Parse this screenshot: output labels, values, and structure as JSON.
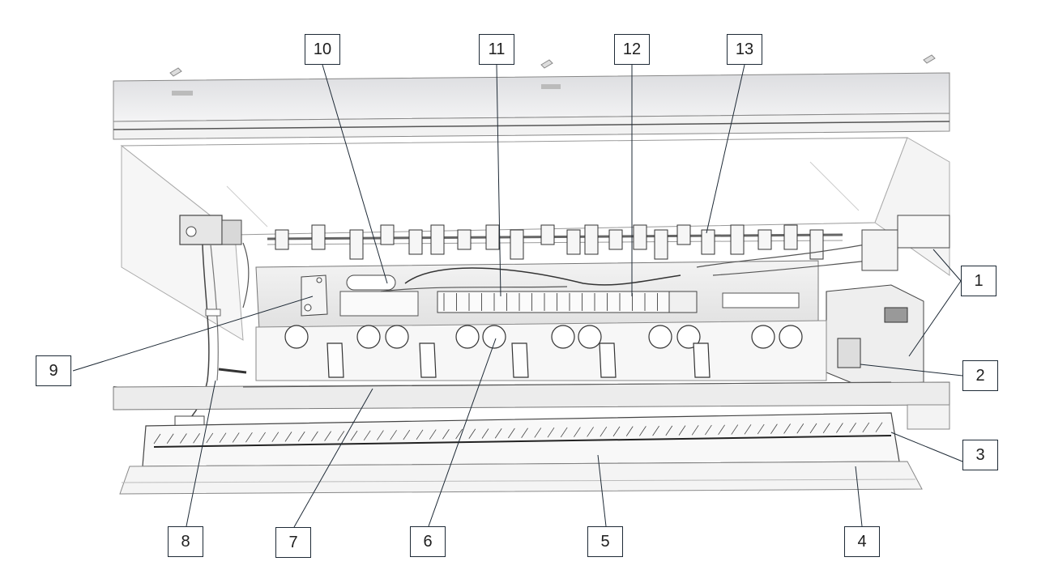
{
  "diagram": {
    "callouts": [
      {
        "id": "c1",
        "label": "1"
      },
      {
        "id": "c2",
        "label": "2"
      },
      {
        "id": "c3",
        "label": "3"
      },
      {
        "id": "c4",
        "label": "4"
      },
      {
        "id": "c5",
        "label": "5"
      },
      {
        "id": "c6",
        "label": "6"
      },
      {
        "id": "c7",
        "label": "7"
      },
      {
        "id": "c8",
        "label": "8"
      },
      {
        "id": "c9",
        "label": "9"
      },
      {
        "id": "c10",
        "label": "10"
      },
      {
        "id": "c11",
        "label": "11"
      },
      {
        "id": "c12",
        "label": "12"
      },
      {
        "id": "c13",
        "label": "13"
      }
    ]
  },
  "colors": {
    "line": "#1e2a36",
    "sketch": "#555555",
    "panel": "#e9eaec"
  }
}
